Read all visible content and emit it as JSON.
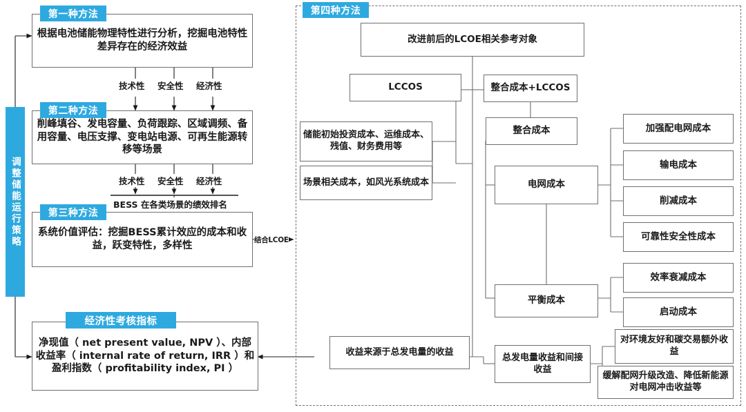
{
  "diagram": {
    "title_hidden": "",
    "accent_color": "#2ea9e0",
    "line_color": "#6e6e6e"
  },
  "left_column": {
    "strategy_bar": "调整储能运行策略",
    "method1": {
      "tag": "第一种方法",
      "body": "根据电池储能物理特性进行分析，挖掘电池特性差异存在的经济效益"
    },
    "method2": {
      "tag": "第二种方法",
      "body": "削峰填谷、发电容量、负荷跟踪、区域调频、备用容量、电压支撑、变电站电源、可再生能源转移等场景"
    },
    "method3": {
      "tag": "第三种方法",
      "body": "系统价值评估：挖掘BESS累计效应的成本和收益，跃变特性，多样性"
    },
    "indicators": {
      "tag": "经济性考核指标",
      "body": "净现值（ net present value, NPV ）、内部收益率（ internal rate of return, IRR ）和盈利指数（ profitability index, PI ）"
    },
    "criteria_row1": [
      "技术性",
      "安全性",
      "经济性"
    ],
    "criteria_row2": [
      "技术性",
      "安全性",
      "经济性"
    ],
    "bess_rank_label": "BESS 在各类场景的绩效排名",
    "bridge_label": "结合LCOE"
  },
  "method4": {
    "tag": "第四种方法",
    "boxes": {
      "lcoe_ref": "改进前后的LCOE相关参考对象",
      "lccos": "LCCOS",
      "integrated_plus_lccos": "整合成本+LCCOS",
      "integrated_cost": "整合成本",
      "storage_initial_cost": "储能初始投资成本、运维成本、残值、财务费用等",
      "scenario_cost": "场景相关成本，如风光系统成本",
      "grid_cost": "电网成本",
      "strengthen_distribution_cost": "加强配电网成本",
      "transmission_cost": "输电成本",
      "curtailment_cost": "削减成本",
      "reliability_safety_cost": "可靠性安全性成本",
      "balance_cost": "平衡成本",
      "efficiency_decay_cost": "效率衰减成本",
      "startup_cost": "启动成本",
      "revenue_source": "收益来源于总发电量的收益",
      "total_generation_revenue": "总发电量收益和间接收益",
      "env_carbon_revenue": "对环境友好和碳交易额外收益",
      "grid_upgrade_relief_revenue": "缓解配网升级改造、降低新能源对电网冲击收益等"
    }
  }
}
